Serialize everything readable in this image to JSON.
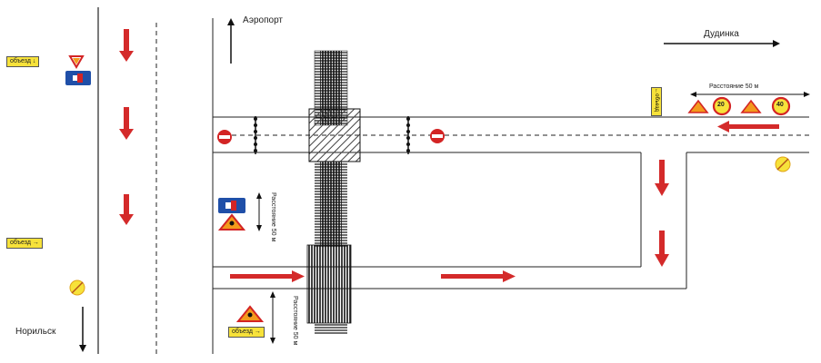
{
  "labels": {
    "airport": "Аэропорт",
    "dudinka": "Дудинка",
    "norilsk": "Норильск",
    "distance_horizontal": "Расстояние 50 м",
    "distance_vertical_upper": "Расстояние 50 м",
    "distance_vertical_lower": "Расстояние 50 м"
  },
  "signs": {
    "detour_left_top": "объезд ↓",
    "detour_left_mid": "объезд →",
    "detour_bottom": "объезд →",
    "detour_right_vertical": "←объезд",
    "speed_limit_20": "20",
    "speed_limit_40": "40"
  },
  "colors": {
    "arrow_red": "#d42a2a",
    "stop_red": "#d32424",
    "sign_blue": "#1f4fa8",
    "sign_yellow": "#f7e23a",
    "warning_orange": "#f39a1c",
    "road_line": "#222222"
  }
}
